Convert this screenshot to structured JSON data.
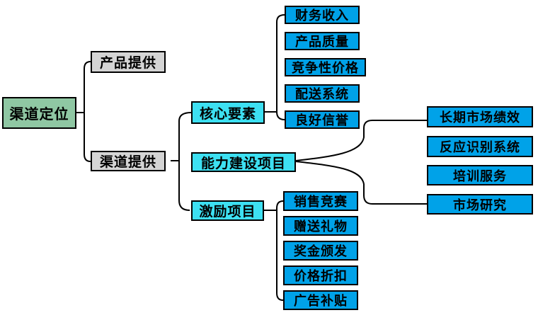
{
  "diagram": {
    "root": "渠道定位",
    "branches": [
      "产品提供",
      "渠道提供"
    ],
    "groups": [
      "核心要素",
      "能力建设项目",
      "激励项目"
    ],
    "core_elements": [
      "财务收入",
      "产品质量",
      "竞争性价格",
      "配送系统",
      "良好信誉"
    ],
    "capacity_building": [
      "长期市场绩效",
      "反应识别系统",
      "培训服务",
      "市场研究"
    ],
    "incentives": [
      "销售竞赛",
      "赠送礼物",
      "奖金颁发",
      "价格折扣",
      "广告补贴"
    ],
    "colors": {
      "root_fill": "#8FC7A3",
      "branch_fill": "#D4D4D4",
      "group_fill": "#3DE0F2",
      "leaf_fill": "#00A2E8",
      "border": "#000000",
      "line": "#000000",
      "background": "#FFFFFF"
    }
  }
}
